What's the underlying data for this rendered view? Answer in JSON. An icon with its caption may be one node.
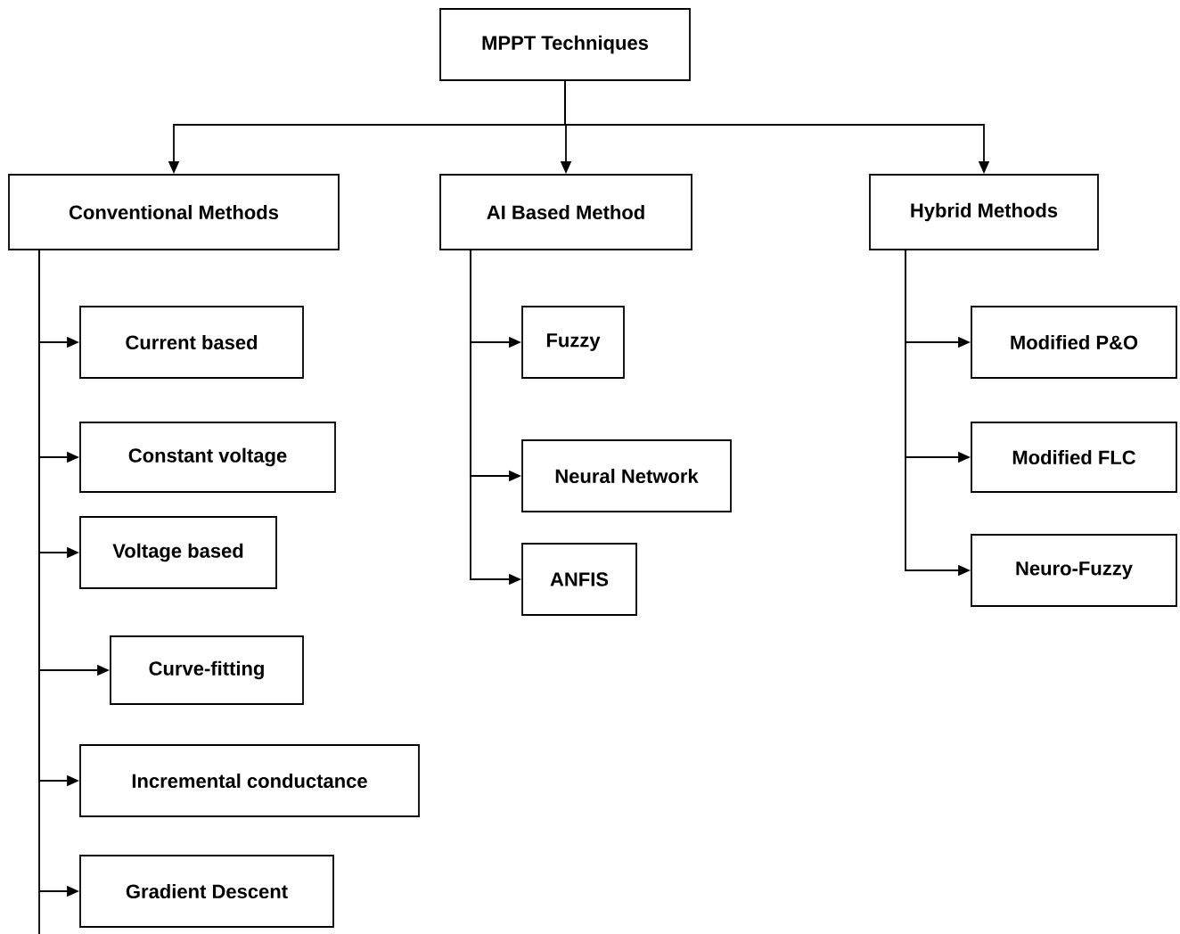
{
  "diagram": {
    "nodes": [
      {
        "text": [
          "MPPT Techniques"
        ]
      },
      {
        "text": [
          "Conventional Methods"
        ]
      },
      {
        "text": [
          "AI Based Method"
        ]
      },
      {
        "text": [
          "Hybrid Methods"
        ]
      },
      {
        "text": [
          "Current based"
        ]
      },
      {
        "text": [
          "Constant voltage"
        ]
      },
      {
        "text": [
          "Voltage based"
        ]
      },
      {
        "text": [
          "Curve-fitting"
        ]
      },
      {
        "text": [
          "Incremental conductance"
        ]
      },
      {
        "text": [
          "Gradient Descent"
        ]
      },
      {
        "text": [
          "Fuzzy"
        ]
      },
      {
        "text": [
          "Neural Network"
        ]
      },
      {
        "text": [
          "ANFIS"
        ]
      },
      {
        "text": [
          "Modified P&O"
        ]
      },
      {
        "text": [
          "Modified FLC"
        ]
      },
      {
        "text": [
          "Neuro-Fuzzy"
        ]
      }
    ],
    "edges": [
      {
        "from": 0,
        "to": 1,
        "arrow": "to"
      },
      {
        "from": 0,
        "to": 2,
        "arrow": "to"
      },
      {
        "from": 0,
        "to": 3,
        "arrow": "to"
      },
      {
        "from": 1,
        "to": 4,
        "arrow": "to"
      },
      {
        "from": 1,
        "to": 5,
        "arrow": "to"
      },
      {
        "from": 1,
        "to": 6,
        "arrow": "to"
      },
      {
        "from": 1,
        "to": 7,
        "arrow": "to"
      },
      {
        "from": 1,
        "to": 8,
        "arrow": "to"
      },
      {
        "from": 1,
        "to": 9,
        "arrow": "to"
      },
      {
        "from": 2,
        "to": 10,
        "arrow": "to"
      },
      {
        "from": 2,
        "to": 11,
        "arrow": "to"
      },
      {
        "from": 2,
        "to": 12,
        "arrow": "to"
      },
      {
        "from": 3,
        "to": 13,
        "arrow": "to"
      },
      {
        "from": 3,
        "to": 14,
        "arrow": "to"
      },
      {
        "from": 3,
        "to": 15,
        "arrow": "to"
      }
    ]
  }
}
